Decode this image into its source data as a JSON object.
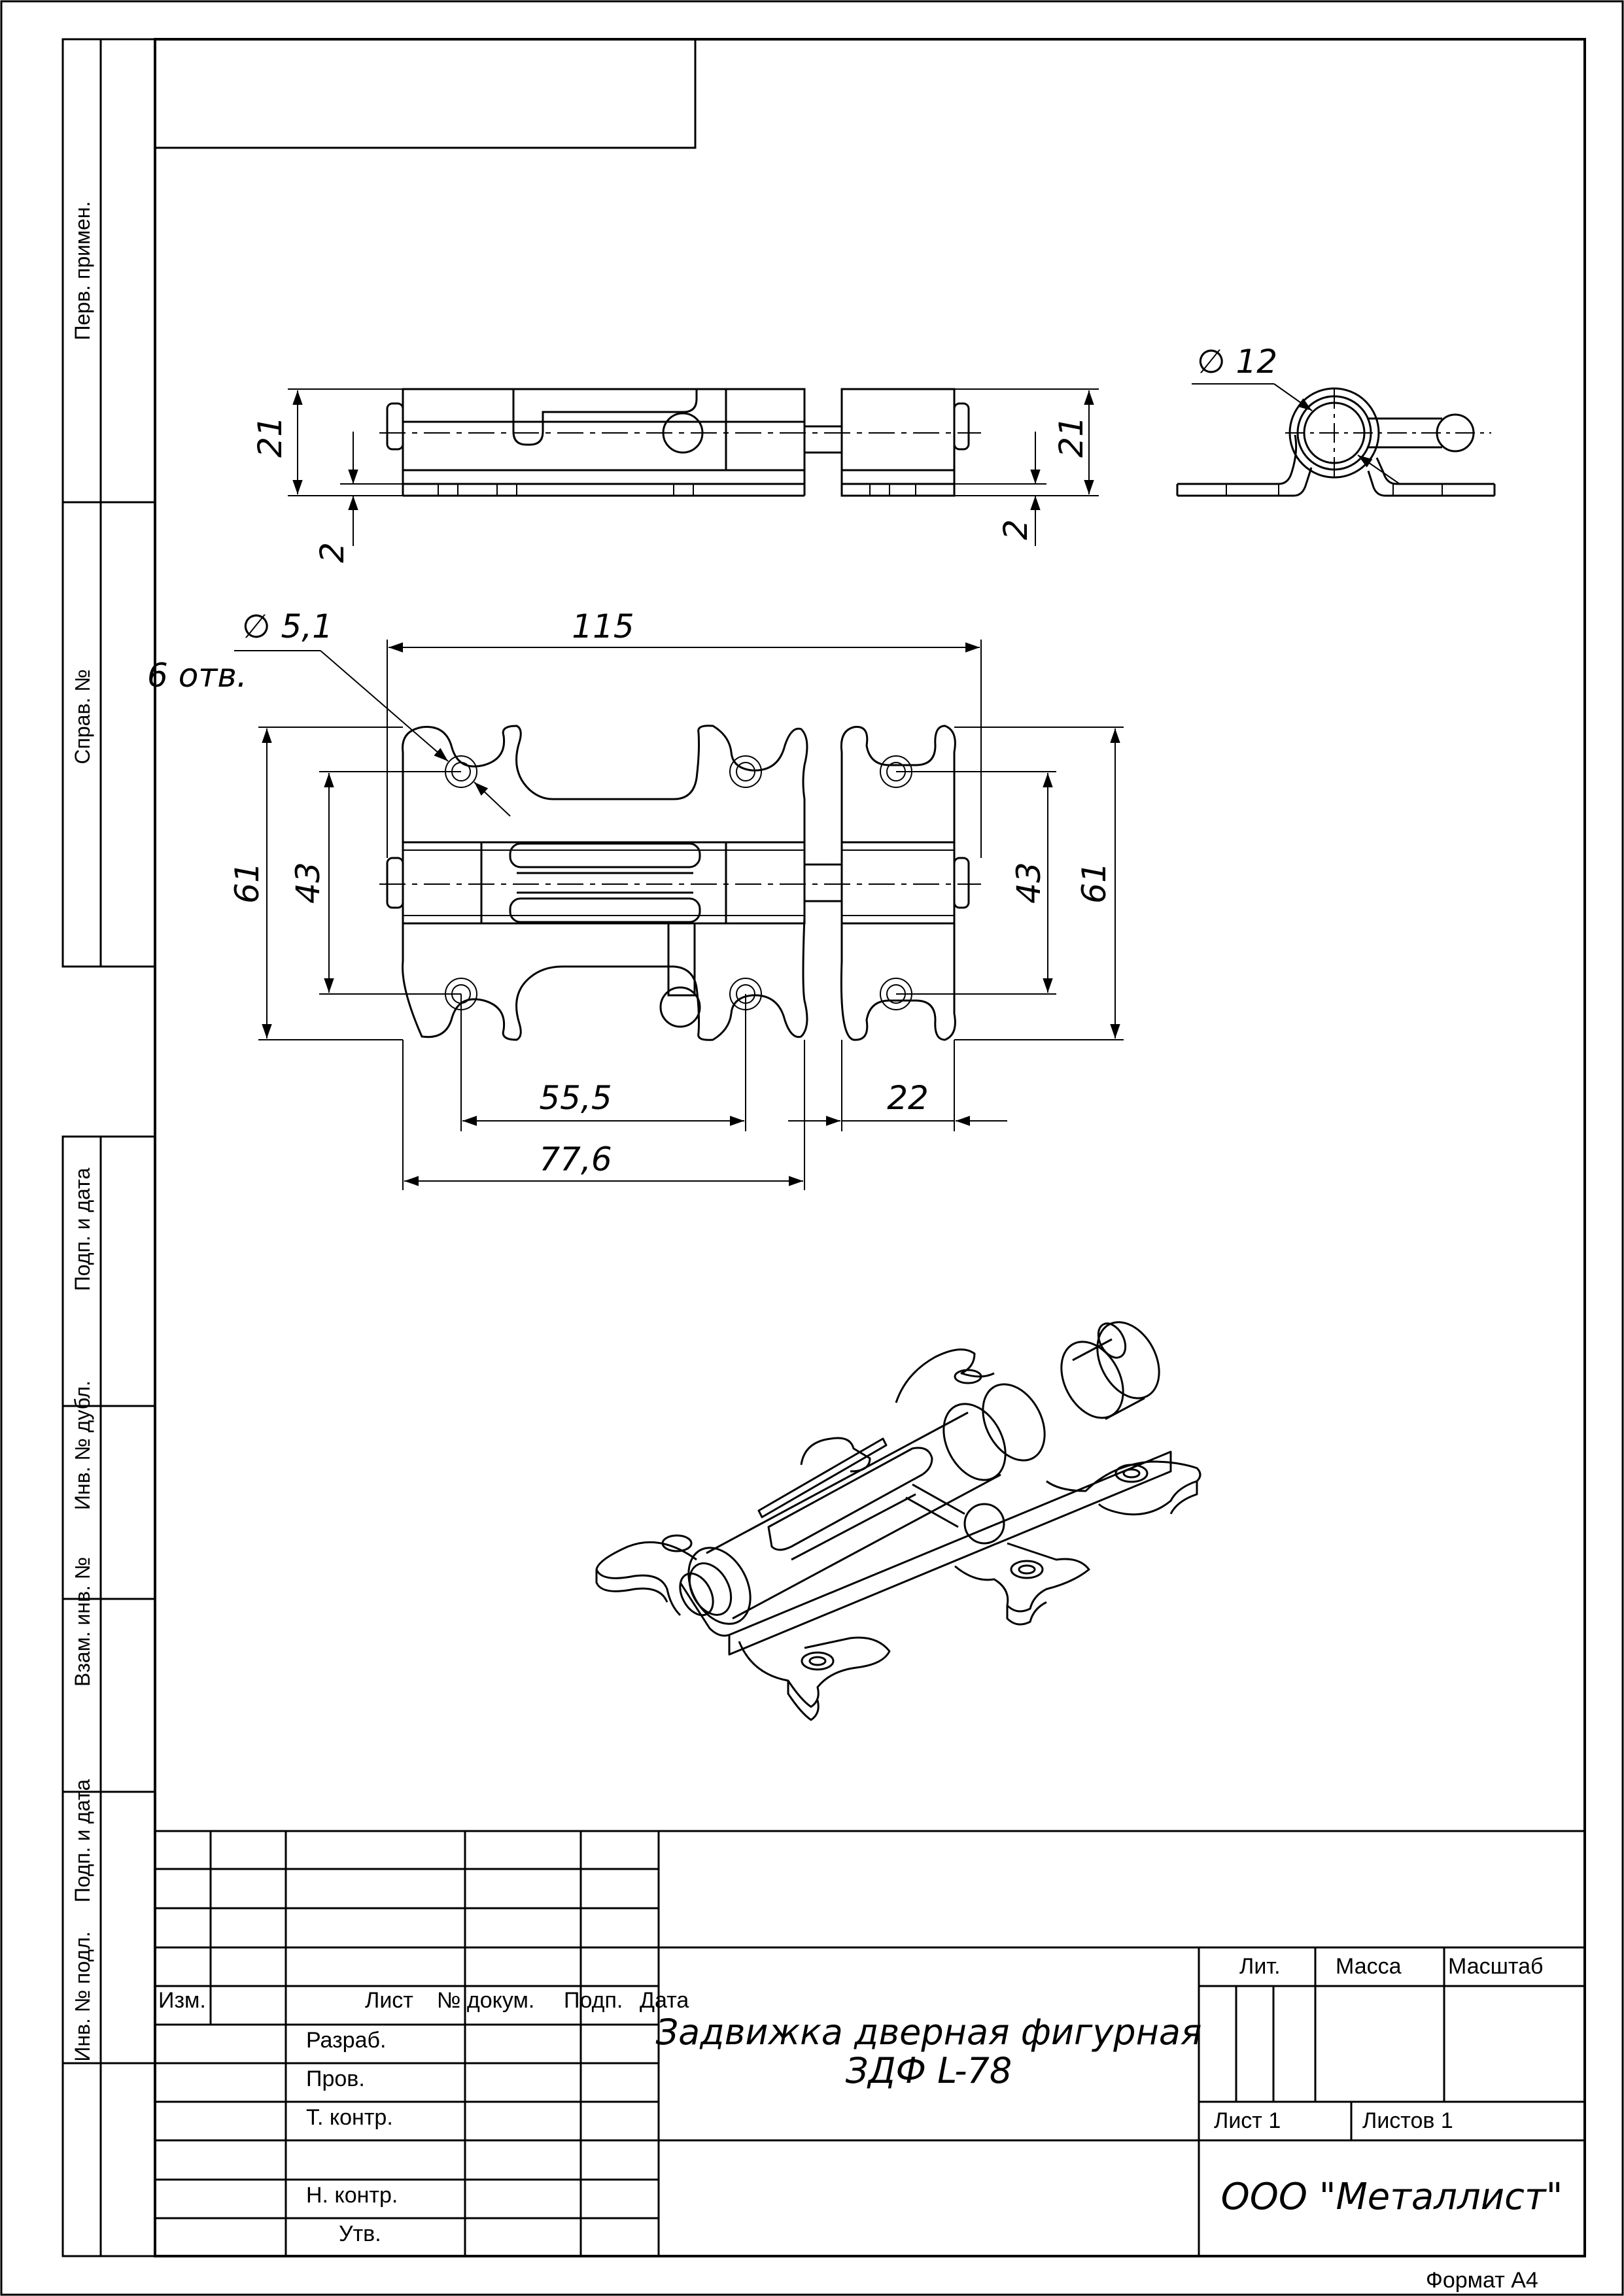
{
  "side_stamps": {
    "perv_primen": "Перв. примен.",
    "sprav_no": "Справ. №",
    "podp_i_data_1": "Подп. и дата",
    "inv_no_dubl": "Инв. № дубл.",
    "vzam_inv_no": "Взам. инв. №",
    "podp_i_data_2": "Подп. и дата",
    "inv_no_podl": "Инв. № подл."
  },
  "dimensions": {
    "side_height_left": "21",
    "side_height_right": "21",
    "side_plate_left": "2",
    "side_plate_right": "2",
    "end_diameter": "∅ 12",
    "hole_diameter": "∅ 5,1",
    "hole_count": "6 отв.",
    "overall_length": "115",
    "height_left": "61",
    "height_right": "61",
    "hole_span_left": "43",
    "hole_span_right": "43",
    "hole_pitch": "55,5",
    "keeper_width": "22",
    "body_length": "77,6"
  },
  "title_block": {
    "headers": {
      "izm": "Изм.",
      "list": "Лист",
      "no_dokum": "№ докум.",
      "podp": "Подп.",
      "data": "Дата"
    },
    "rows": {
      "razrab": "Разраб.",
      "prov": "Пров.",
      "t_kontr": "Т. контр.",
      "n_kontr": "Н. контр.",
      "utv": "Утв."
    },
    "designation_line1": "Задвижка дверная фигурная",
    "designation_line2": "ЗДФ L-78",
    "lit": "Лит.",
    "massa": "Масса",
    "masshtab": "Масштаб",
    "sheet": "Лист 1",
    "sheets": "Листов 1",
    "company": "ООО \"Металлист\""
  },
  "format": "Формат А4"
}
